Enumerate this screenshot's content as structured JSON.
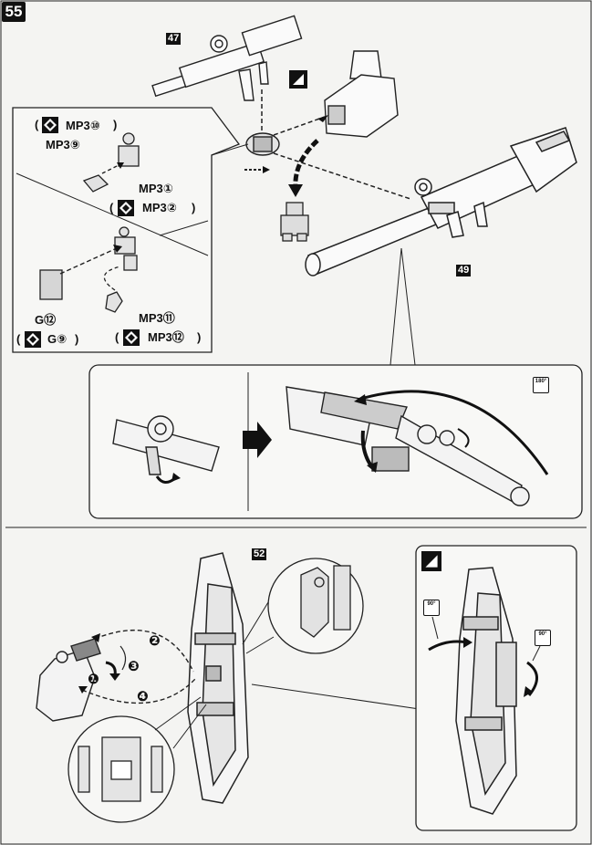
{
  "page_number": "55",
  "parts": {
    "p47": "47",
    "p49": "49",
    "p52": "52"
  },
  "callouts": {
    "mp3_10": "MP3⑩",
    "mp3_9": "MP3⑨",
    "mp3_1": "MP3①",
    "mp3_2": "MP3②",
    "g12": "G⑫",
    "g9": "G⑨",
    "mp3_11": "MP3⑪",
    "mp3_12": "MP3⑫",
    "paren_open": "(",
    "paren_close": ")"
  },
  "rotation_marks": {
    "r180": "180°",
    "r90_left": "90°",
    "r90_right": "90°"
  },
  "step_numbers": [
    "❶",
    "❷",
    "❸",
    "❹"
  ],
  "icons": {
    "substitute": "substitute-part-icon",
    "hint": "hint-square-icon"
  }
}
